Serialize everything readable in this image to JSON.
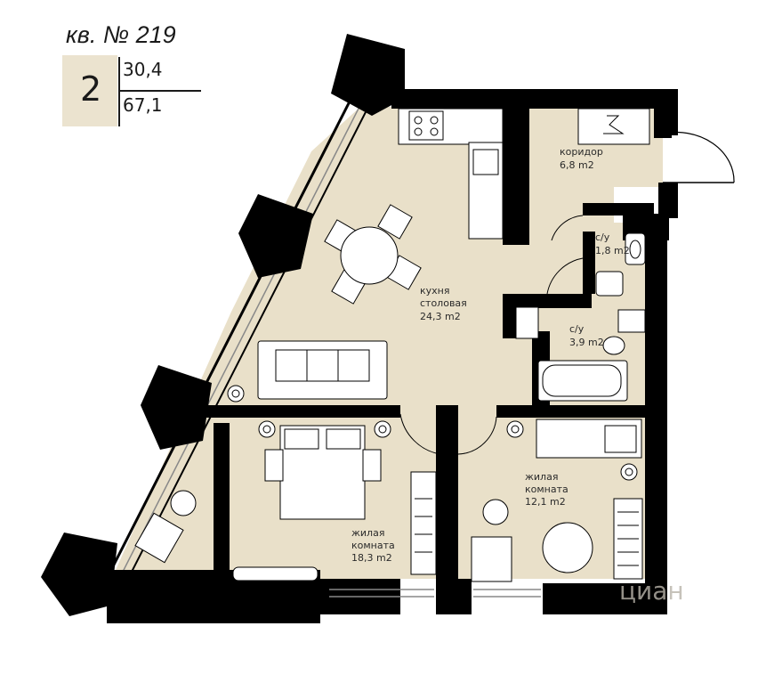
{
  "header": {
    "apartment_title": "кв. № 219",
    "rooms_count": "2",
    "living_area": "30,4",
    "total_area": "67,1"
  },
  "rooms": {
    "corridor": {
      "name": "коридор",
      "area": "6,8 m2"
    },
    "bath_small": {
      "name": "с/у",
      "area": "1,8 m2"
    },
    "kitchen": {
      "name1": "кухня",
      "name2": "столовая",
      "area": "24,3 m2"
    },
    "bath_large": {
      "name": "с/у",
      "area": "3,9 m2"
    },
    "living_left": {
      "name1": "жилая",
      "name2": "комната",
      "area": "18,3 m2"
    },
    "living_right": {
      "name1": "жилая",
      "name2": "комната",
      "area": "12,1 m2"
    }
  },
  "watermark": "циан",
  "colors": {
    "floor": "#e9e0c9",
    "wall": "#000000",
    "furniture_fill": "#ffffff"
  }
}
